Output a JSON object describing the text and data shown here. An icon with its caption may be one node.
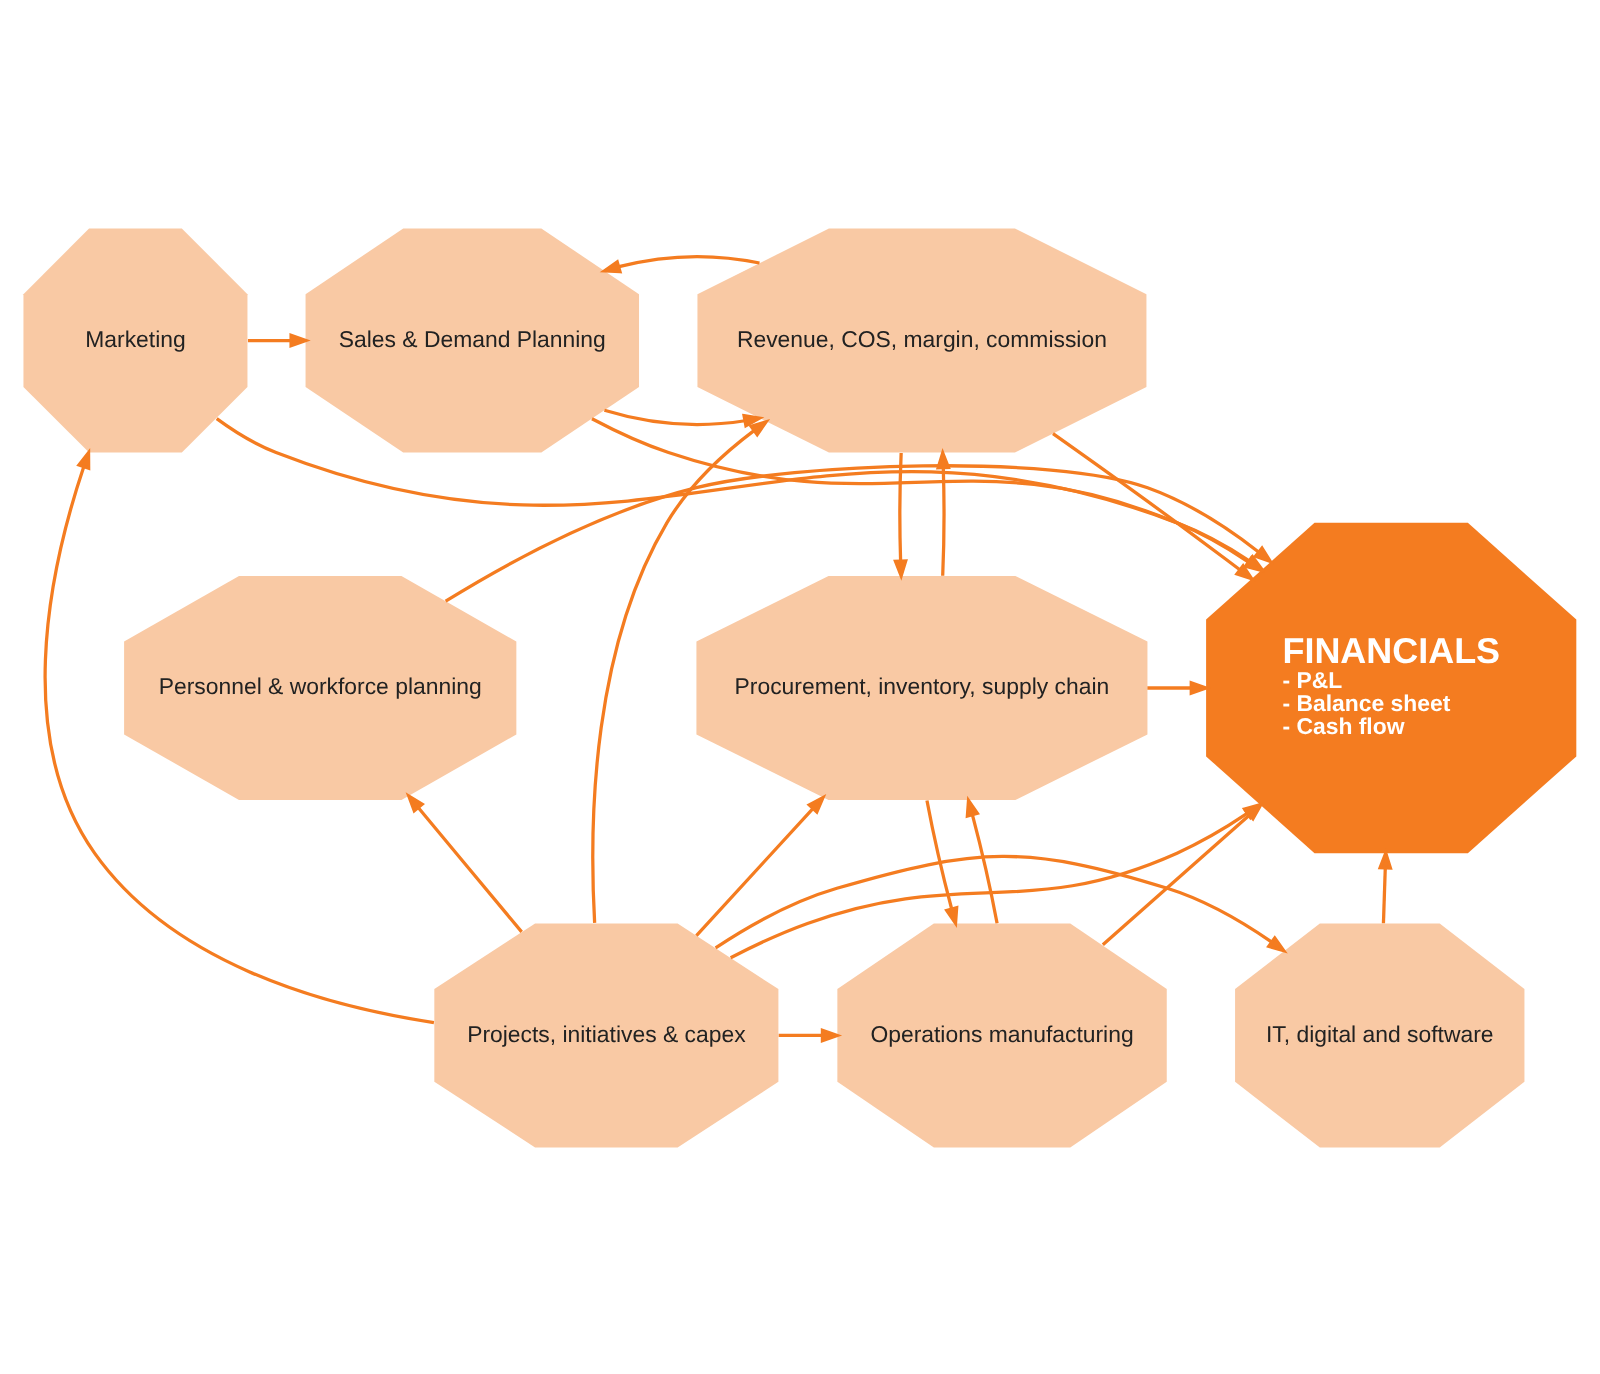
{
  "diagram": {
    "nodes": [
      {
        "text": [
          "Sales & Demand Planning"
        ]
      },
      {
        "text": [
          "Marketing"
        ]
      },
      {
        "text": [
          "Revenue, COS, margin, commission"
        ]
      },
      {
        "text": [
          "FINANCIALS",
          "- P&L",
          "- Balance sheet",
          "- Cash flow"
        ]
      },
      {
        "text": [
          "Personnel & workforce planning"
        ]
      },
      {
        "text": [
          "Procurement, inventory, supply chain"
        ]
      },
      {
        "text": [
          "IT, digital and software"
        ]
      },
      {
        "text": [
          "Operations manufacturing"
        ]
      },
      {
        "text": [
          "Projects, initiatives & capex"
        ]
      }
    ],
    "edges": [
      {
        "from": 1,
        "to": 0,
        "arrow": "to"
      },
      {
        "from": 0,
        "to": 2,
        "arrow": "to"
      },
      {
        "from": 2,
        "to": 0,
        "arrow": "to"
      },
      {
        "from": 0,
        "to": 3,
        "arrow": "to"
      },
      {
        "from": 1,
        "to": 3,
        "arrow": "to"
      },
      {
        "from": 2,
        "to": 3,
        "arrow": "to"
      },
      {
        "from": 2,
        "to": 5,
        "arrow": "to"
      },
      {
        "from": 5,
        "to": 2,
        "arrow": "to"
      },
      {
        "from": 4,
        "to": 3,
        "arrow": "to"
      },
      {
        "from": 5,
        "to": 3,
        "arrow": "to"
      },
      {
        "from": 5,
        "to": 7,
        "arrow": "to"
      },
      {
        "from": 7,
        "to": 5,
        "arrow": "to"
      },
      {
        "from": 6,
        "to": 3,
        "arrow": "to"
      },
      {
        "from": 7,
        "to": 3,
        "arrow": "to"
      },
      {
        "from": 8,
        "to": 3,
        "arrow": "to"
      },
      {
        "from": 8,
        "to": 6,
        "arrow": "to"
      },
      {
        "from": 8,
        "to": 7,
        "arrow": "to"
      },
      {
        "from": 8,
        "to": 1,
        "arrow": "to"
      },
      {
        "from": 8,
        "to": 4,
        "arrow": "to"
      },
      {
        "from": 8,
        "to": 2,
        "arrow": "to"
      },
      {
        "from": 8,
        "to": 5,
        "arrow": "to"
      }
    ]
  }
}
